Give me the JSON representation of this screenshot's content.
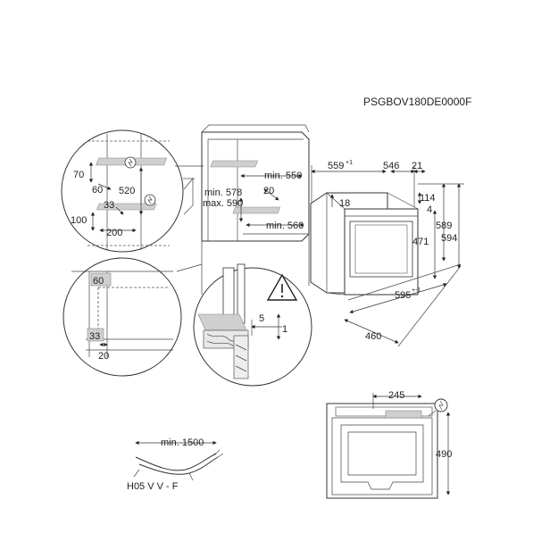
{
  "model_code": "PSGBOV180DE0000F",
  "oven_dims": {
    "depth": "559",
    "depth_tol": "+1",
    "body_depth": "546",
    "front": "21",
    "top_offset": "18",
    "d114": "114",
    "d4": "4",
    "d471": "471",
    "d589": "589",
    "d594": "594",
    "width": "595",
    "width_tol": "+-1",
    "bottom_depth": "460"
  },
  "cabinet_dims": {
    "min_550": "min. 550",
    "min_578": "min. 578",
    "max_590": "max. 590",
    "d20": "20",
    "min_560": "min. 560"
  },
  "detail_circle_top": {
    "d70": "70",
    "d60": "60",
    "d520": "520",
    "d33": "33",
    "d100": "100",
    "d200": "200"
  },
  "detail_circle_bottom_left": {
    "d60": "60",
    "d33": "33",
    "d20": "20"
  },
  "detail_circle_bottom_right": {
    "d5": "5",
    "d1": "1"
  },
  "cable": {
    "min_length": "min. 1500",
    "type": "H05 V V - F"
  },
  "rear_view": {
    "d245": "245",
    "d490": "490"
  },
  "icons": [
    "plug-icon",
    "warning-triangle-icon"
  ]
}
